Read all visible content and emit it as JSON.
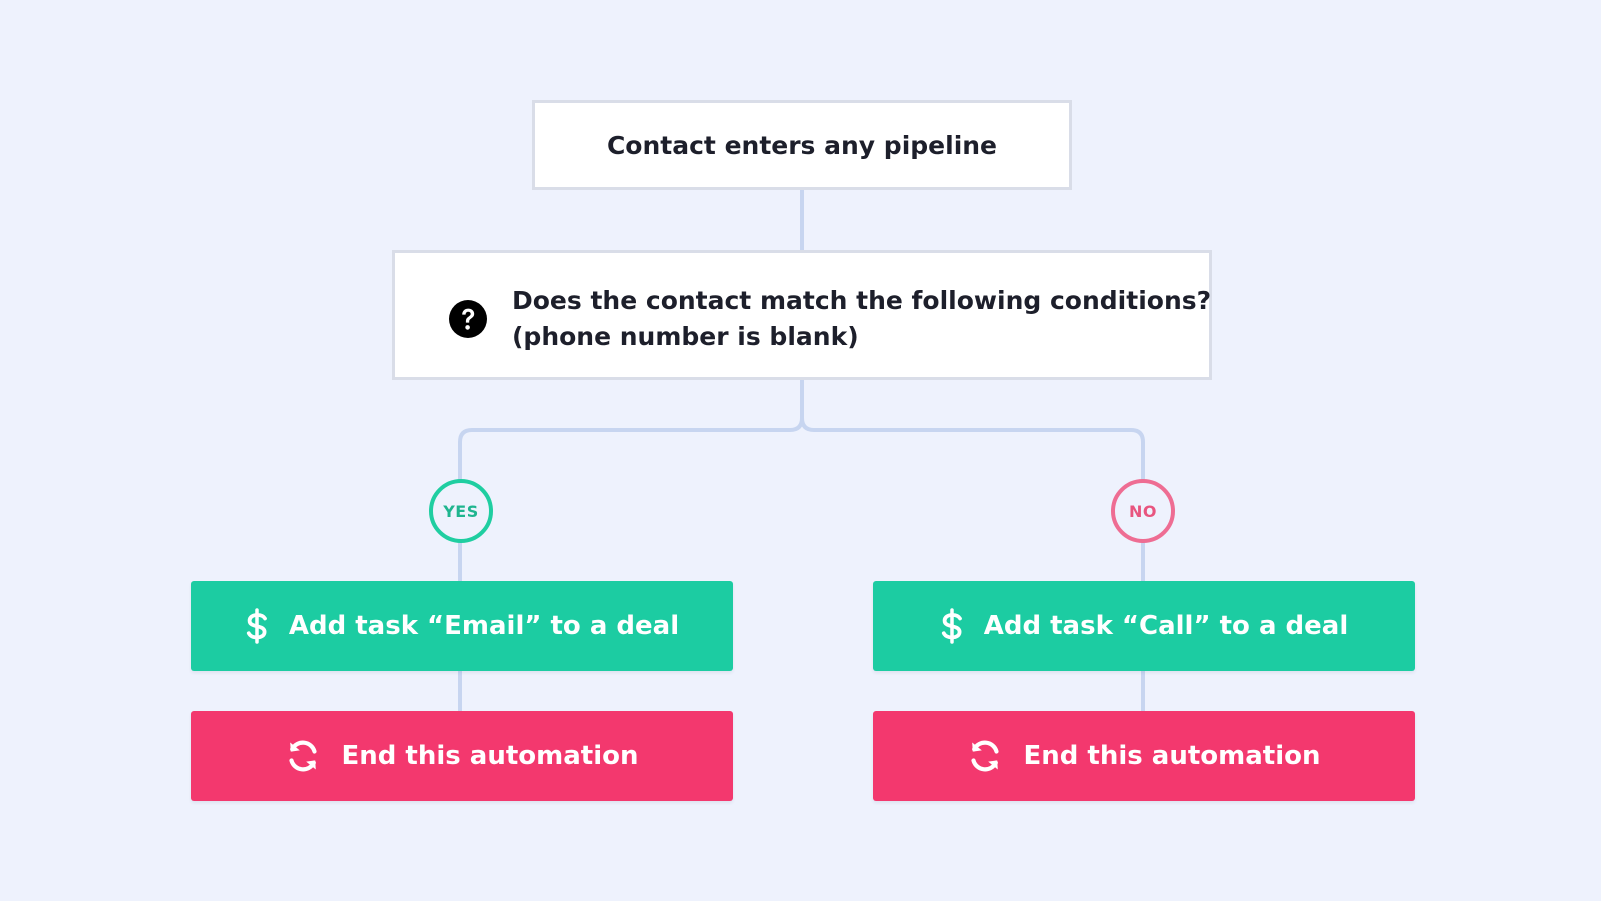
{
  "trigger": {
    "label": "Contact enters any pipeline"
  },
  "condition": {
    "icon": "question-circle-icon",
    "line1": "Does the contact match the following conditions?",
    "line2": "(phone number is blank)"
  },
  "branches": {
    "yes": {
      "badge": "YES",
      "color": "#1fcea1",
      "task": {
        "icon": "dollar-icon",
        "label": "Add task “Email” to a deal"
      },
      "end": {
        "icon": "sync-icon",
        "label": "End this automation"
      }
    },
    "no": {
      "badge": "NO",
      "color": "#ee6d93",
      "task": {
        "icon": "dollar-icon",
        "label": "Add task “Call” to a deal"
      },
      "end": {
        "icon": "sync-icon",
        "label": "End this automation"
      }
    }
  },
  "colors": {
    "background": "#eef2fd",
    "connector": "#c7d5f0",
    "action_green": "#1ccca2",
    "action_red": "#f3386e",
    "text_dark": "#1d1f2b"
  }
}
